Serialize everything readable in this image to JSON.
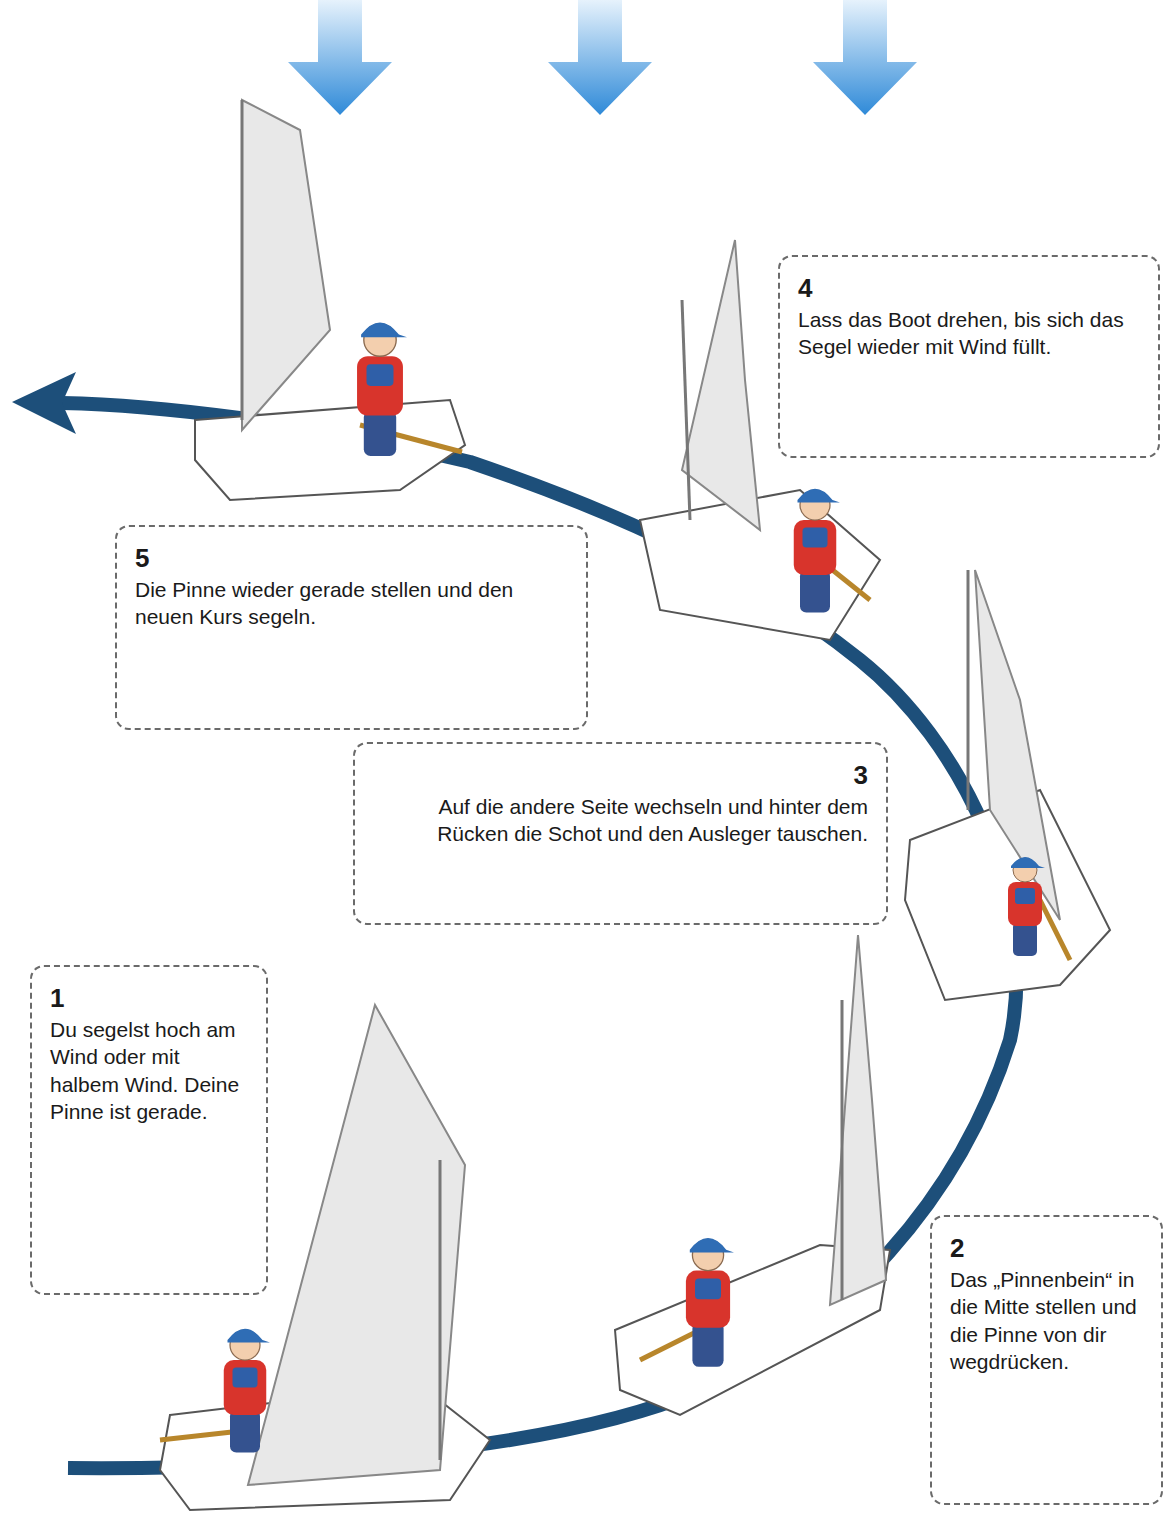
{
  "diagram": {
    "nodes": [
      {
        "text": [
          "1",
          "Du segelst hoch am Wind oder mit halbem Wind. Deine Pinne ist gerade."
        ]
      },
      {
        "text": [
          "2",
          "Das „Pinnenbein“ in die Mitte stellen und die Pinne von dir wegdrücken."
        ]
      },
      {
        "text": [
          "3",
          "Auf die andere Seite wechseln und hinter dem Rücken die Schot und den Ausleger tauschen."
        ]
      },
      {
        "text": [
          "4",
          "Lass das Boot drehen, bis sich das Segel wieder mit Wind füllt."
        ]
      },
      {
        "text": [
          "5",
          "Die Pinne wieder gerade stellen und den neuen Kurs segeln."
        ]
      }
    ]
  }
}
